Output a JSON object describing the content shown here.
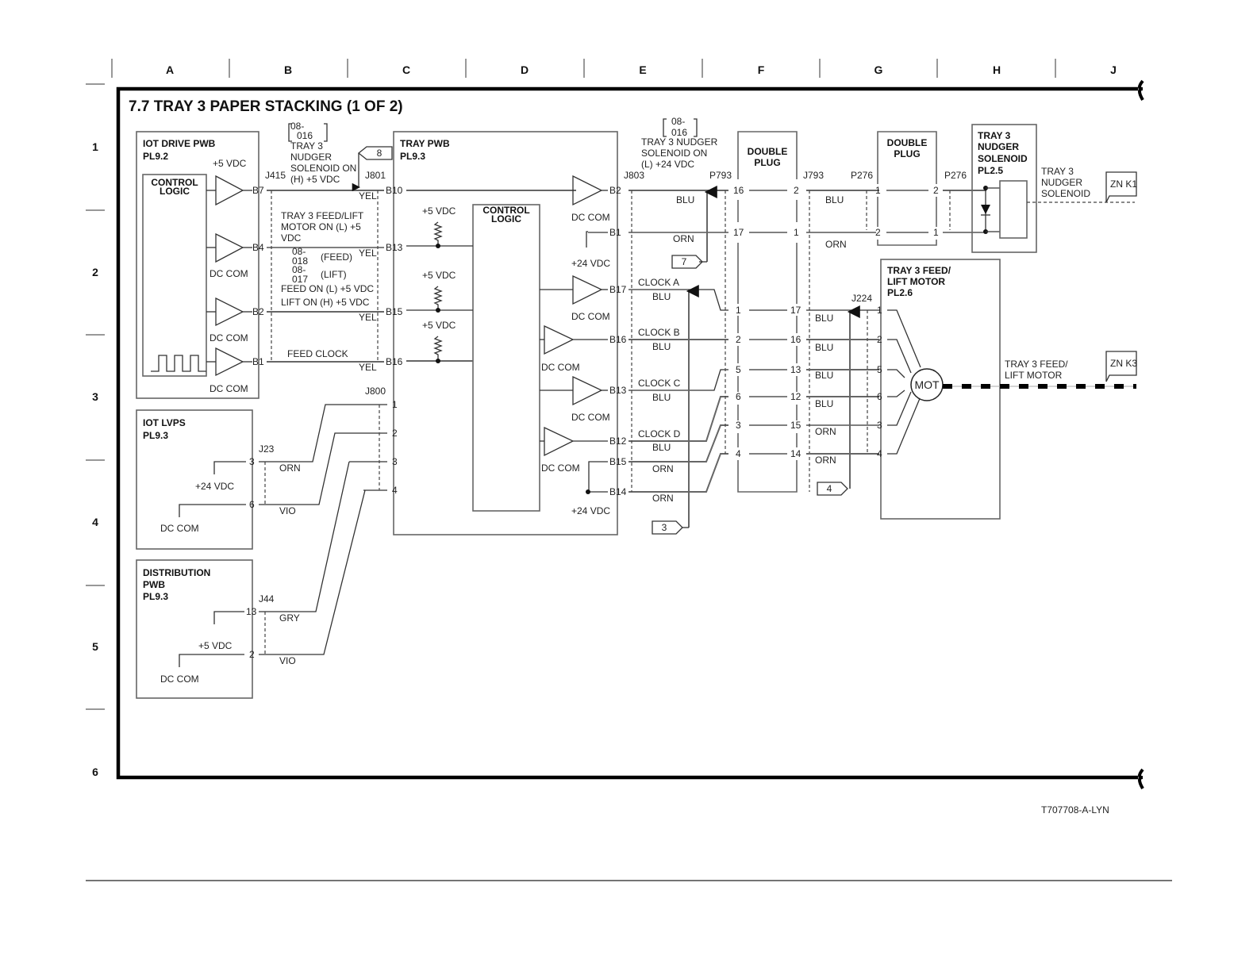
{
  "page": {
    "title": "7.7 TRAY 3 PAPER STACKING (1 OF 2)",
    "figure_id": "T707708-A-LYN",
    "columns": [
      "A",
      "B",
      "C",
      "D",
      "E",
      "F",
      "G",
      "H",
      "J"
    ],
    "rows": [
      "1",
      "2",
      "3",
      "4",
      "5",
      "6"
    ]
  },
  "iot_drive": {
    "name": "IOT DRIVE PWB",
    "pl": "PL9.2",
    "control_logic": "CONTROL",
    "control_logic2": "LOGIC",
    "vcc": "+5 VDC",
    "connector": "J415",
    "pins": [
      "B7",
      "B4",
      "B2",
      "B1"
    ],
    "dc_com": "DC COM"
  },
  "signals": {
    "nudger_ref1": "08-",
    "nudger_ref2": "016",
    "nudger_l1": "TRAY 3",
    "nudger_l2": "NUDGER",
    "nudger_l3": "SOLENOID ON",
    "nudger_l4": "(H) +5 VDC",
    "flag8": "8",
    "motor_l1": "TRAY 3 FEED/LIFT",
    "motor_l2": "MOTOR ON (L) +5",
    "motor_l3": "VDC",
    "feed_ref1": "08-",
    "feed_ref2": "018",
    "feed_tag": "(FEED)",
    "lift_ref1": "08-",
    "lift_ref2": "017",
    "lift_tag": "(LIFT)",
    "feed_on": "FEED ON (L) +5 VDC",
    "lift_on": "LIFT ON (H) +5 VDC",
    "feed_clock": "FEED CLOCK",
    "wire_color": "YEL"
  },
  "tray_pwb": {
    "name": "TRAY PWB",
    "pl": "PL9.3",
    "j801": "J801",
    "left_pins": [
      "B10",
      "B13",
      "B15",
      "B16"
    ],
    "pullup": "+5 VDC",
    "control_logic": "CONTROL",
    "control_logic2": "LOGIC",
    "j803": "J803",
    "right_pins": [
      "B2",
      "B1",
      "B17",
      "B16",
      "B13",
      "B12",
      "B15",
      "B14"
    ],
    "dc_com": "DC COM",
    "v24": "+24 VDC",
    "j800": "J800",
    "j800_pins": [
      "1",
      "2",
      "3",
      "4"
    ]
  },
  "e_section": {
    "ref1": "08-",
    "ref2": "016",
    "l1": "TRAY 3 NUDGER",
    "l2": "SOLENOID ON",
    "l3": "(L) +24 VDC",
    "wires": [
      "BLU",
      "ORN",
      "BLU",
      "BLU",
      "BLU",
      "BLU",
      "ORN",
      "ORN"
    ],
    "clocks": [
      "CLOCK A",
      "CLOCK B",
      "CLOCK C",
      "CLOCK D"
    ],
    "flag7": "7",
    "flag3": "3"
  },
  "double_plug_1": {
    "name1": "DOUBLE",
    "name2": "PLUG",
    "p793": "P793",
    "j793": "J793",
    "left_pins": [
      "16",
      "17",
      "1",
      "2",
      "5",
      "6",
      "3",
      "4"
    ],
    "right_pins": [
      "2",
      "1",
      "17",
      "16",
      "13",
      "12",
      "15",
      "14"
    ]
  },
  "g_section": {
    "p276": "P276",
    "wires": [
      "BLU",
      "ORN",
      "BLU",
      "BLU",
      "BLU",
      "BLU",
      "ORN",
      "ORN"
    ],
    "j224": "J224",
    "flag4": "4"
  },
  "double_plug_2": {
    "name1": "DOUBLE",
    "name2": "PLUG",
    "left_pins": [
      "1",
      "2"
    ],
    "right_pins": [
      "2",
      "1"
    ],
    "p276": "P276"
  },
  "nudger_solenoid": {
    "l1": "TRAY 3",
    "l2": "NUDGER",
    "l3": "SOLENOID",
    "pl": "PL2.5",
    "side1": "TRAY 3",
    "side2": "NUDGER",
    "side3": "SOLENOID",
    "zone": "ZN K1"
  },
  "feed_motor": {
    "l1": "TRAY 3 FEED/",
    "l2": "LIFT MOTOR",
    "pl": "PL2.6",
    "pins": [
      "1",
      "2",
      "5",
      "6",
      "3",
      "4"
    ],
    "mot": "MOT",
    "side1": "TRAY 3 FEED/",
    "side2": "LIFT MOTOR",
    "zone": "ZN K3"
  },
  "iot_lvps": {
    "name": "IOT LVPS",
    "pl": "PL9.3",
    "conn": "J23",
    "pins": [
      "3",
      "6"
    ],
    "v24": "+24 VDC",
    "dc_com": "DC COM",
    "wires": [
      "ORN",
      "VIO"
    ]
  },
  "distribution": {
    "name1": "DISTRIBUTION",
    "name2": "PWB",
    "pl": "PL9.3",
    "conn": "J44",
    "pins": [
      "13",
      "2"
    ],
    "v5": "+5 VDC",
    "dc_com": "DC COM",
    "wires": [
      "GRY",
      "VIO"
    ]
  }
}
